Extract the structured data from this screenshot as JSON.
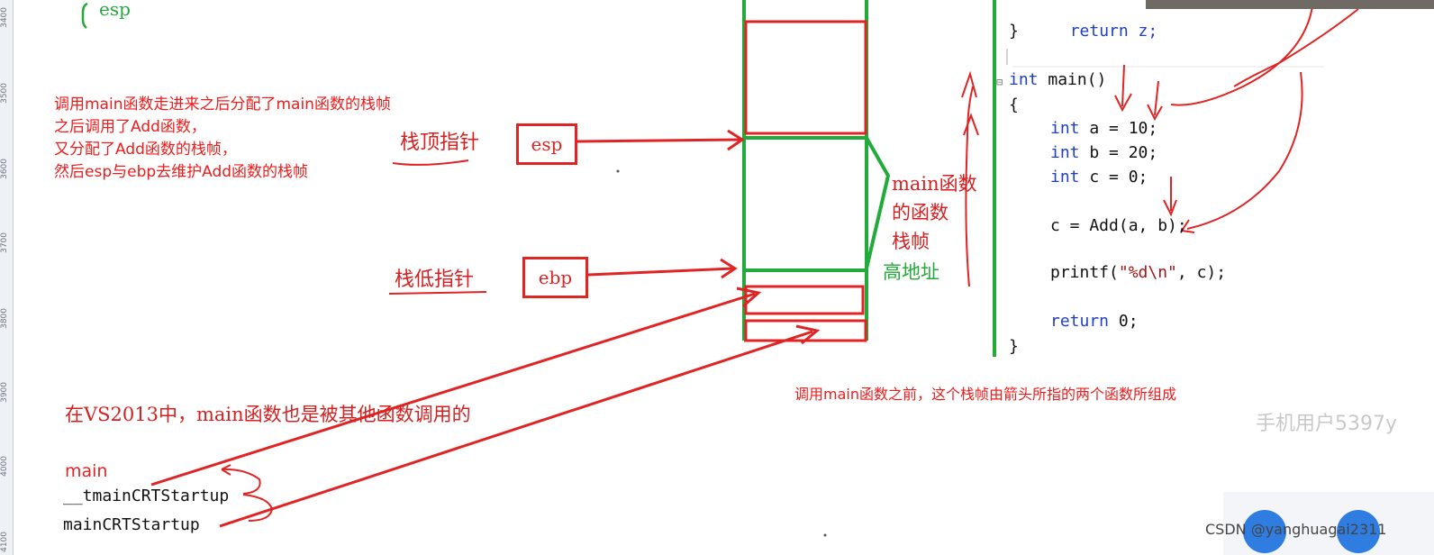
{
  "ruler": {
    "ticks": [
      "3400",
      "3500",
      "3600",
      "3700",
      "3800",
      "3900",
      "4000",
      "4100"
    ]
  },
  "top_label": "esp",
  "note_lines": [
    "调用main函数走进来之后分配了main函数的栈帧",
    "之后调用了Add函数，",
    "又分配了Add函数的栈帧，",
    "然后esp与ebp去维护Add函数的栈帧"
  ],
  "stack_top_pointer": "栈顶指针",
  "stack_bottom_pointer": "栈低指针",
  "esp_box": "esp",
  "ebp_box": "ebp",
  "frame_label_lines": [
    "main函数",
    "的函数",
    "栈帧"
  ],
  "high_address": "高地址",
  "vs_note": "在VS2013中，main函数也是被其他函数调用的",
  "call_chain": [
    "main",
    "__tmainCRTStartup",
    "mainCRTStartup"
  ],
  "before_main_note": "调用main函数之前，这个栈帧由箭头所指的两个函数所组成",
  "code": {
    "return_z": "return z;",
    "close_brace_1": "}",
    "main_kw": "int",
    "main_sig": " main()",
    "open_brace": "{",
    "a_kw": "int",
    "a_rest": " a = 10;",
    "b_kw": "int",
    "b_rest": " b = 20;",
    "c_kw": "int",
    "c_rest": " c = 0;",
    "call_line": "c = Add(a, b);",
    "printf_pre": "printf(",
    "printf_str": "\"%d\\n\"",
    "printf_post": ", c);",
    "return_kw": "return",
    "return_rest": " 0;",
    "close_brace_2": "}",
    "fold_marker": "⊟"
  },
  "watermark_user": "手机用户5397y",
  "footer_credit": "CSDN @yanghuagai2311",
  "colors": {
    "red": "#e02424",
    "green": "#22aa3a",
    "keyword_blue": "#1f3fbf",
    "string_red": "#a31515"
  }
}
